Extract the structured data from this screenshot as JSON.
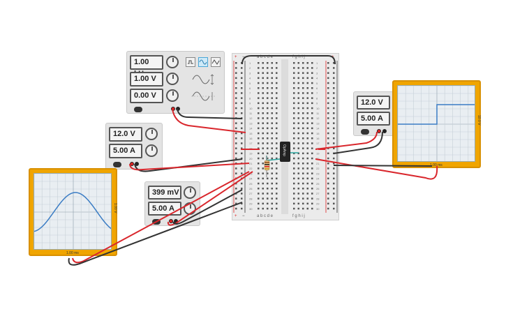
{
  "function_generator": {
    "frequency": "1.00 kHz",
    "amplitude": "1.00 V",
    "offset": "0.00 V",
    "waveforms": [
      "square-icon",
      "sine-icon",
      "triangle-icon"
    ],
    "selected_waveform": "sine-icon"
  },
  "power_supply_right": {
    "voltage": "12.0 V",
    "current": "5.00 A"
  },
  "power_supply_left": {
    "voltage": "12.0 V",
    "current": "5.00 A"
  },
  "power_supply_bottom": {
    "voltage": "399 mV",
    "current": "5.00 A"
  },
  "breadboard": {
    "columns_left": [
      "a",
      "b",
      "c",
      "d",
      "e"
    ],
    "columns_right": [
      "f",
      "g",
      "h",
      "i",
      "j"
    ],
    "rows": [
      "1",
      "2",
      "3",
      "4",
      "5",
      "6",
      "7",
      "8",
      "9",
      "10",
      "11",
      "12",
      "13",
      "14",
      "15",
      "16",
      "17",
      "18",
      "19",
      "20",
      "21",
      "22",
      "23",
      "24",
      "25",
      "26",
      "27",
      "28",
      "29",
      "30"
    ],
    "rail_plus": "+",
    "rail_minus": "−"
  },
  "chip": {
    "label": "OpAmp"
  },
  "oscilloscope_left": {
    "time_label": "1.00 ms",
    "volt_label": "1.00 V"
  },
  "oscilloscope_right": {
    "time_label": "1.00 ms",
    "volt_label": "10.0 V"
  },
  "colors": {
    "wire_red": "#d9262c",
    "wire_black": "#333333",
    "scope_body": "#f0a500",
    "trace": "#3a7cc4"
  }
}
